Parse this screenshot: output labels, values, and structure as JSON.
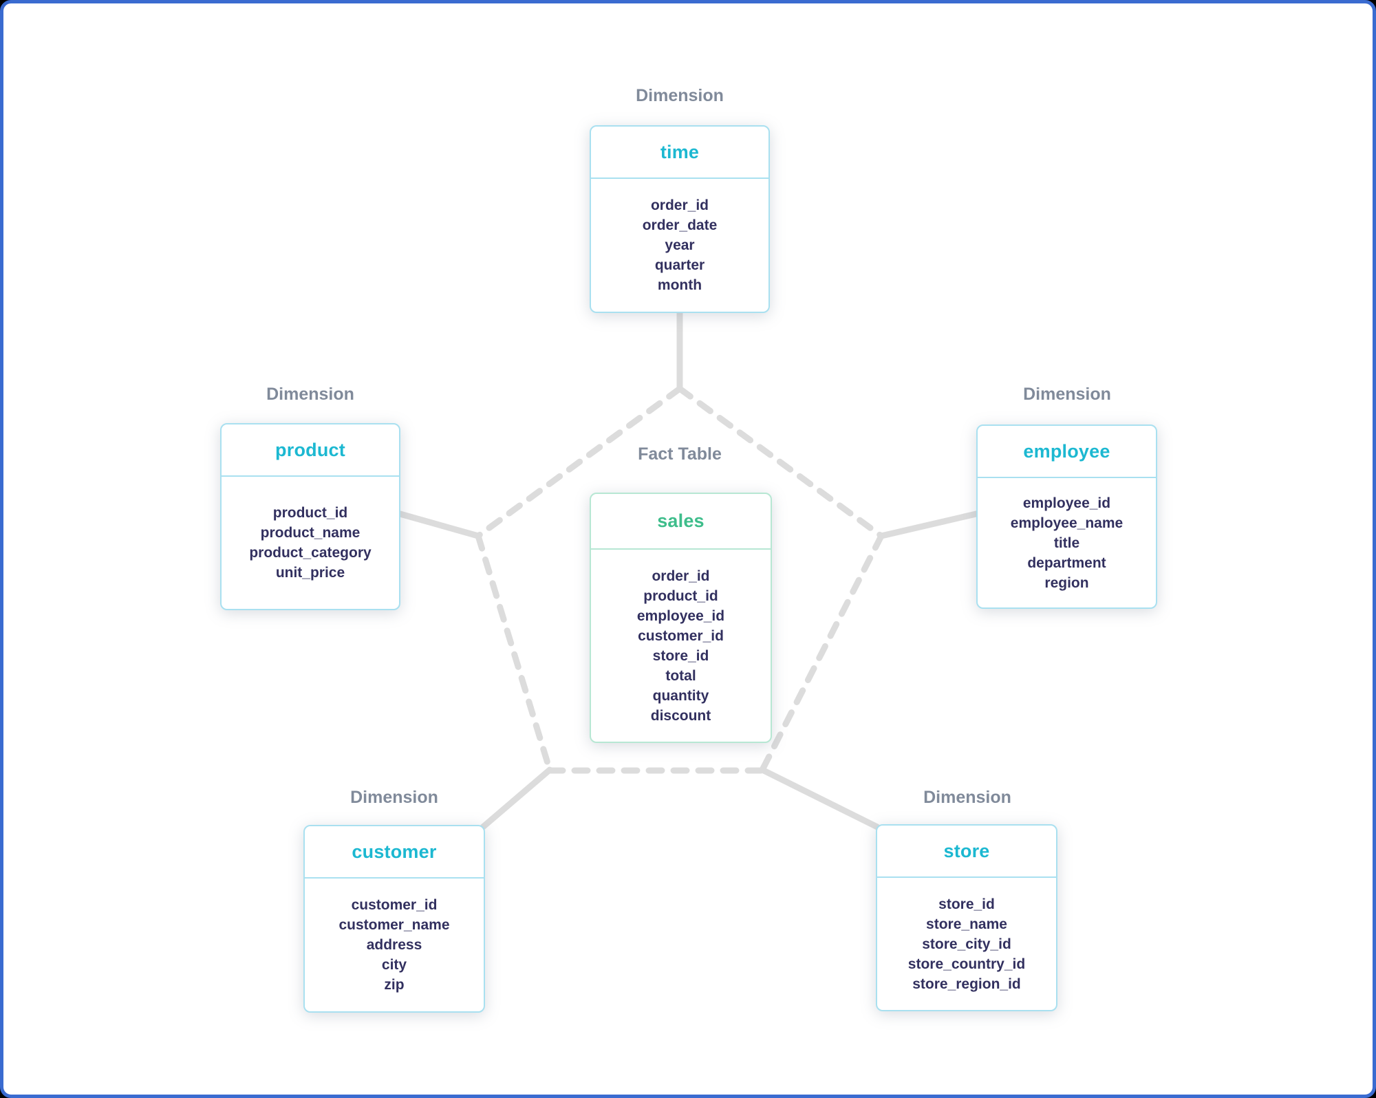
{
  "diagram": {
    "type": "star-schema",
    "zone_labels": {
      "dimension": "Dimension",
      "fact": "Fact Table"
    },
    "palette": {
      "frame_border": "#3a6bd0",
      "outside_frame": "#000000",
      "canvas_background": "#ffffff",
      "dimension_header_text": "#1cb8d1",
      "fact_header_text": "#3ebd8b",
      "dimension_border": "#a9e0f0",
      "fact_border": "#b7e7d3",
      "field_text": "#32305f",
      "zone_label_text": "#808a9a",
      "connector_gray": "#dcdcdc"
    },
    "tables": {
      "time": {
        "title": "time",
        "role": "dimension",
        "fields": [
          "order_id",
          "order_date",
          "year",
          "quarter",
          "month"
        ]
      },
      "product": {
        "title": "product",
        "role": "dimension",
        "fields": [
          "product_id",
          "product_name",
          "product_category",
          "unit_price"
        ]
      },
      "employee": {
        "title": "employee",
        "role": "dimension",
        "fields": [
          "employee_id",
          "employee_name",
          "title",
          "department",
          "region"
        ]
      },
      "sales": {
        "title": "sales",
        "role": "fact",
        "fields": [
          "order_id",
          "product_id",
          "employee_id",
          "customer_id",
          "store_id",
          "total",
          "quantity",
          "discount"
        ]
      },
      "customer": {
        "title": "customer",
        "role": "dimension",
        "fields": [
          "customer_id",
          "customer_name",
          "address",
          "city",
          "zip"
        ]
      },
      "store": {
        "title": "store",
        "role": "dimension",
        "fields": [
          "store_id",
          "store_name",
          "store_city_id",
          "store_country_id",
          "store_region_id"
        ]
      }
    },
    "connections": [
      "time — sales",
      "product — sales",
      "employee — sales",
      "customer — sales",
      "store — sales"
    ]
  }
}
